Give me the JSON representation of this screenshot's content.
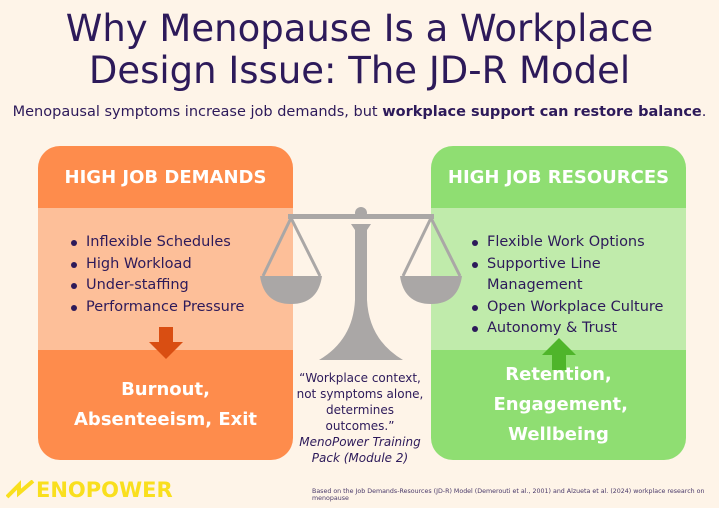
{
  "title": "Why Menopause Is a Workplace Design Issue: The JD-R Model",
  "subtitle": {
    "pre": "Menopausal symptoms increase job demands, but ",
    "bold": "workplace support can restore balance",
    "post": "."
  },
  "demands": {
    "header": "HIGH JOB DEMANDS",
    "items": [
      "Inflexible Schedules",
      "High Workload",
      "Under-staffing",
      "Performance Pressure"
    ],
    "outcome": "Burnout, Absenteeism, Exit"
  },
  "resources": {
    "header": "HIGH JOB RESOURCES",
    "items": [
      "Flexible Work Options",
      "Supportive Line Management",
      "Open Workplace Culture",
      "Autonomy & Trust"
    ],
    "outcome": "Retention, Engagement, Wellbeing"
  },
  "quote": {
    "text": "“Workplace context, not symptoms alone, determines outcomes.”",
    "source": "MenoPower Training Pack (Module 2)"
  },
  "logo": "ENOPOWER",
  "logo_full": "MENOPOWER",
  "footnote": "Based on the Job Demands-Resources (JD-R) Model (Demerouti et al., 2001) and Alzueta et al. (2024) workplace research on menopause",
  "colors": {
    "orange": "#fe8c4c",
    "light_orange": "#fdbf99",
    "green": "#8fde72",
    "light_green": "#c0ebab",
    "text": "#2d1a5a",
    "logo": "#f9df1e"
  }
}
